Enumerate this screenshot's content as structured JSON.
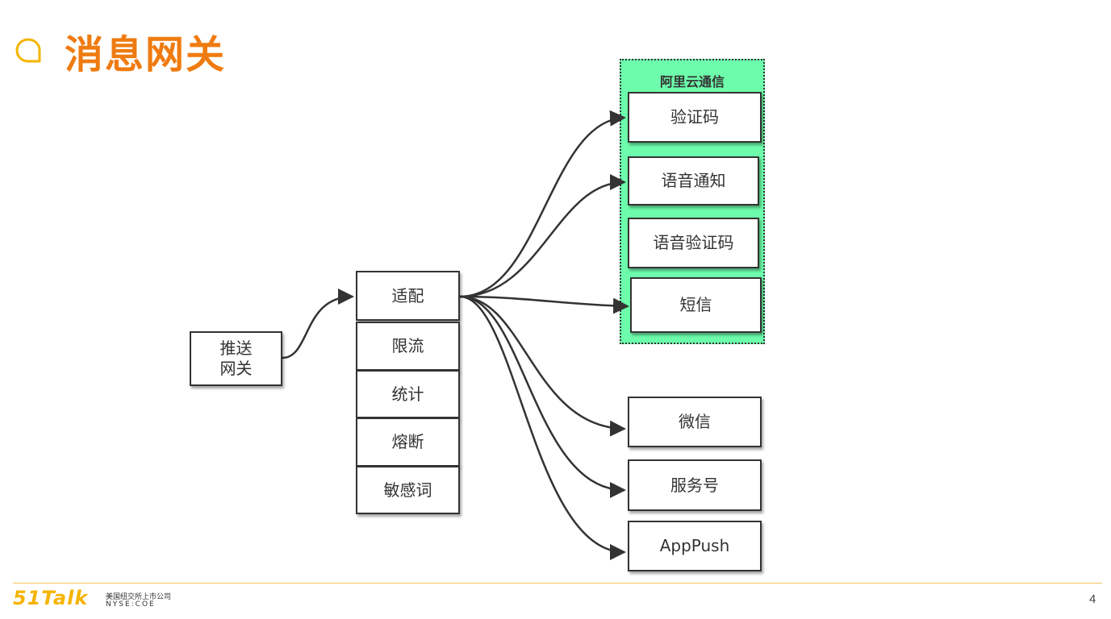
{
  "slide": {
    "title": "消息网关",
    "page_number": "4",
    "accent_color": "#ef7b10"
  },
  "diagram": {
    "source": {
      "label": "推送\n网关"
    },
    "pipeline": [
      {
        "label": "适配"
      },
      {
        "label": "限流"
      },
      {
        "label": "统计"
      },
      {
        "label": "熔断"
      },
      {
        "label": "敏感词"
      }
    ],
    "aliyun_group": {
      "label": "阿里云通信",
      "fill_color": "#6dfcab",
      "items": [
        {
          "label": "验证码"
        },
        {
          "label": "语音通知"
        },
        {
          "label": "语音验证码"
        },
        {
          "label": "短信"
        }
      ]
    },
    "other_channels": [
      {
        "label": "微信"
      },
      {
        "label": "服务号"
      },
      {
        "label": "AppPush"
      }
    ]
  },
  "footer": {
    "logo_text": "51Talk",
    "company_cn": "美国纽交所上市公司",
    "company_en": "NYSE:COE",
    "logo_color": "#f5b400"
  }
}
